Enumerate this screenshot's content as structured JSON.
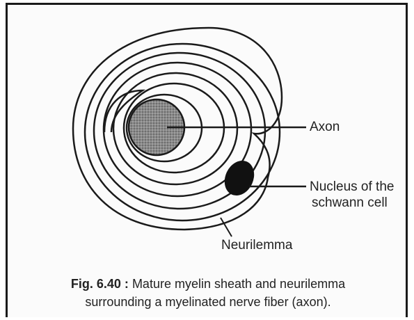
{
  "labels": {
    "axon": "Axon",
    "nucleus_line1": "Nucleus of the",
    "nucleus_line2": "schwann cell",
    "neurilemma": "Neurilemma"
  },
  "caption": {
    "figure_number": "Fig. 6.40 :",
    "line1_text": "Mature myelin sheath and neurilemma",
    "line2": "surrounding a myelinated nerve fiber (axon)."
  },
  "colors": {
    "ink": "#1a1a1a",
    "axon_fill": "#7a7a7a",
    "nucleus_fill": "#111111"
  }
}
